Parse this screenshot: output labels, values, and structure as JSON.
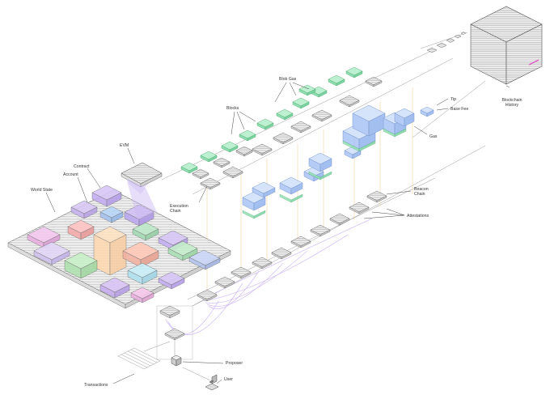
{
  "labels": {
    "evm": "EVM",
    "contract": "Contract",
    "account": "Account",
    "world_state": "World State",
    "execution_chain": "Execution\nChain",
    "blocks": "Blocks",
    "blob_gas": "Blob Gas",
    "tip": "Tip",
    "base_fee": "Base Fee",
    "gas": "Gas",
    "blockchain_history": "Blockchain\nHistory",
    "beacon_chain": "Beacon\nChain",
    "attestations": "Attestations",
    "proposer": "Proposer",
    "user": "User",
    "transactions": "Transactions"
  },
  "colors": {
    "line": "#8a8a8a",
    "leader": "#444444",
    "gas_blue": "#a9c4f5",
    "blob_green": "#8fe0b0",
    "evm_purple": "#c9b5f2",
    "attestation_purple": "#cdb8f5",
    "history_pink": "#e040c0"
  }
}
